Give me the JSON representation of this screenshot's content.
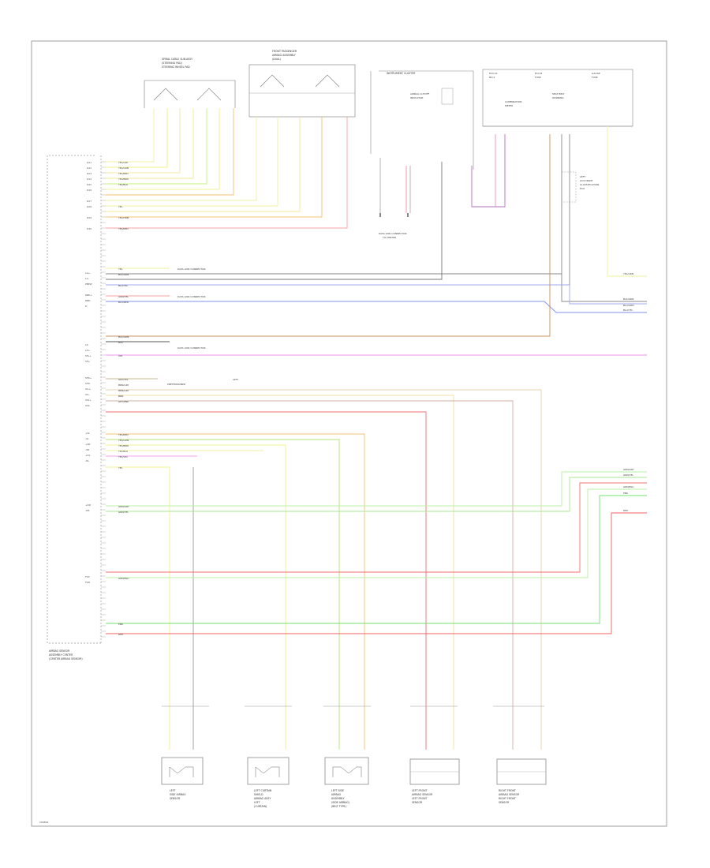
{
  "diagram": {
    "footer_code": "194501",
    "module": {
      "lines": [
        "AIRBAG SENSOR",
        "ASSEMBLY CENTER",
        "(CENTER AIRBAG SENSOR)"
      ],
      "pins_top": [
        "D21",
        "D22",
        "D23",
        "D24",
        "D25",
        "D26",
        "D27",
        "D28",
        "D29",
        "D30"
      ],
      "pins_mid": [
        "LA+",
        "LA-",
        "PBEW",
        "RBE+",
        "RBE-",
        "P-",
        "LP-",
        "LP+",
        "SFL+",
        "SFL-"
      ],
      "pins_lower": [
        "SFR+",
        "SFR-",
        "ICL+",
        "ICL-",
        "ICR+",
        "ICR-",
        "+SL",
        "-SL",
        "+SR",
        "-SR",
        "+DL",
        "-DL",
        "+DR",
        "-DR",
        "FSP",
        "FSN"
      ]
    },
    "components": {
      "spiral": [
        "SPIRAL CABLE SUB-ASSY",
        "(STEERING PAD)",
        "STEERING WHEEL PAD"
      ],
      "passenger": [
        "FRONT PASSENGER",
        "AIRBAG ASSEMBLY",
        "(DUAL)"
      ],
      "instrument": [
        "INSTRUMENT CLUSTER"
      ],
      "airbag_cutoff": [
        "AIRBAG CUTOFF",
        "INDICATOR"
      ],
      "ecu_fuse_1": [
        "ECU-IG",
        "NO.2",
        "FUSE"
      ],
      "ecu_fuse_2": [
        "ECU-B",
        "FUSE"
      ],
      "ecu_fuse_3": [
        "GAUGE",
        "FUSE"
      ],
      "combination_meter": [
        "COMBINATION",
        "METER"
      ],
      "seat_belt_warning": [
        "SEAT BELT",
        "WARNING"
      ],
      "occupant_classification": [
        "LEFT",
        "OCCUPANT",
        "CLASSIFICATION",
        "ECU"
      ],
      "data_link": "DATA LINK CONNECTOR",
      "data_link_2": "DATA LINK CONNECTOR",
      "to_center": "TO CENTER",
      "pretensioner": [
        "PRETENSIONER",
        "LEFT"
      ],
      "sensors": [
        [
          "LEFT",
          "SIDE AIRBAG",
          "SENSOR"
        ],
        [
          "LEFT CURTAIN",
          "SHIELD",
          "AIRBAG ASSY",
          "LEFT",
          "(CURTAIN)"
        ],
        [
          "LEFT SIDE",
          "AIRBAG",
          "ASSEMBLY",
          "(SIDE AIRBAG)",
          "(BELT TYPE)"
        ],
        [
          "LEFT FRONT",
          "AIRBAG SENSOR",
          "LEFT FRONT",
          "SENSOR"
        ],
        [
          "RIGHT FRONT",
          "AIRBAG SENSOR",
          "RIGHT FRONT",
          "SENSOR"
        ]
      ]
    },
    "wire_labels": {
      "top_group": [
        "YEL/GRY",
        "YEL/GRN",
        "YEL/RED",
        "YEL/BRN",
        "YEL/BLU",
        "YEL",
        "YEL/ORN",
        "YEL/RED"
      ],
      "mid_group": [
        "YEL",
        "BLK/GRN",
        "BLU/YEL",
        "GRN/YEL",
        "BLU/RED"
      ],
      "lower_mid": [
        "BLK/GRN",
        "BLK",
        "VIO"
      ],
      "pretensioner_group": [
        "GRY/YEL",
        "BRN/GRY",
        "BRN/GRY",
        "BRN",
        "GRY/PNK"
      ],
      "side_group": [
        "YEL/RED",
        "YEL/GRN",
        "YEL/BRN",
        "YEL/BLU",
        "YEL/VIO",
        "YEL"
      ],
      "right_group": [
        "GRN/GRY",
        "GRN/YEL",
        "GRN/BLU",
        "PNK",
        "RED"
      ],
      "far_right": [
        "YEL/GRN",
        "BLK/GRN",
        "BLU/GRN",
        "BLU/YEL"
      ]
    }
  }
}
